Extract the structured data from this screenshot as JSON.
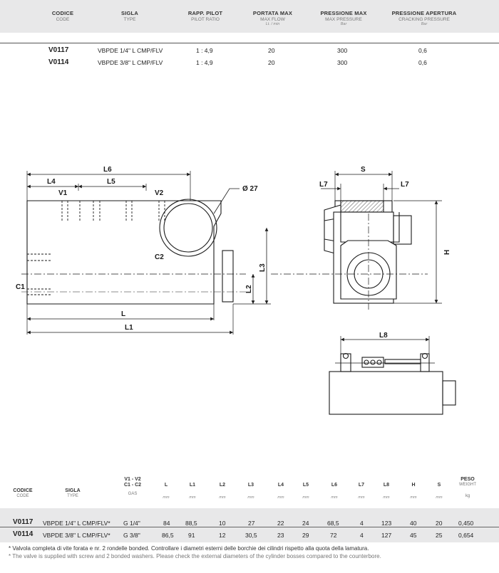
{
  "top_table": {
    "headers": [
      {
        "it": "CODICE",
        "en": "CODE",
        "unit": ""
      },
      {
        "it": "SIGLA",
        "en": "TYPE",
        "unit": ""
      },
      {
        "it": "RAPP. PILOT",
        "en": "PILOT RATIO",
        "unit": ""
      },
      {
        "it": "PORTATA MAX",
        "en": "MAX FLOW",
        "unit": "Lt. / min"
      },
      {
        "it": "PRESSIONE MAX",
        "en": "MAX PRESSURE",
        "unit": "Bar"
      },
      {
        "it": "PRESSIONE APERTURA",
        "en": "CRACKING PRESSURE",
        "unit": "Bar"
      }
    ],
    "rows": [
      {
        "code": "V0117",
        "type": "VBPDE 1/4\" L  CMP/FLV",
        "ratio": "1 : 4,9",
        "flow": "20",
        "pressure": "300",
        "cracking": "0,6"
      },
      {
        "code": "V0114",
        "type": "VBPDE 3/8\" L  CMP/FLV",
        "ratio": "1 : 4,9",
        "flow": "20",
        "pressure": "300",
        "cracking": "0,6"
      }
    ]
  },
  "drawing": {
    "labels": {
      "L6": "L6",
      "L4": "L4",
      "L5": "L5",
      "V1": "V1",
      "V2": "V2",
      "D27": "Ø 27",
      "C2": "C2",
      "C1": "C1",
      "L3": "L3",
      "L2": "L2",
      "L": "L",
      "L1": "L1",
      "S": "S",
      "L7a": "L7",
      "L7b": "L7",
      "H": "H",
      "L8": "L8"
    }
  },
  "bottom_table": {
    "headers": [
      {
        "it": "CODICE",
        "en": "CODE",
        "unit": ""
      },
      {
        "it": "SIGLA",
        "en": "TYPE",
        "unit": ""
      },
      {
        "it": "V1 - V2",
        "en": "C1 - C2",
        "unit": "GAS"
      },
      {
        "it": "L",
        "en": "",
        "unit": "mm"
      },
      {
        "it": "L1",
        "en": "",
        "unit": "mm"
      },
      {
        "it": "L2",
        "en": "",
        "unit": "mm"
      },
      {
        "it": "L3",
        "en": "",
        "unit": "mm"
      },
      {
        "it": "L4",
        "en": "",
        "unit": "mm"
      },
      {
        "it": "L5",
        "en": "",
        "unit": "mm"
      },
      {
        "it": "L6",
        "en": "",
        "unit": "mm"
      },
      {
        "it": "L7",
        "en": "",
        "unit": "mm"
      },
      {
        "it": "L8",
        "en": "",
        "unit": "mm"
      },
      {
        "it": "H",
        "en": "",
        "unit": "mm"
      },
      {
        "it": "S",
        "en": "",
        "unit": "mm"
      },
      {
        "it": "PESO",
        "en": "WEIGHT",
        "unit": "kg"
      }
    ],
    "rows": [
      {
        "code": "V0117",
        "type": "VBPDE 1/4\" L  CMP/FLV*",
        "gas": "G 1/4\"",
        "L": "84",
        "L1": "88,5",
        "L2": "10",
        "L3": "27",
        "L4": "22",
        "L5": "24",
        "L6": "68,5",
        "L7": "4",
        "L8": "123",
        "H": "40",
        "S": "20",
        "weight": "0,450"
      },
      {
        "code": "V0114",
        "type": "VBPDE 3/8\" L  CMP/FLV*",
        "gas": "G 3/8\"",
        "L": "86,5",
        "L1": "91",
        "L2": "12",
        "L3": "30,5",
        "L4": "23",
        "L5": "29",
        "L6": "72",
        "L7": "4",
        "L8": "127",
        "H": "45",
        "S": "25",
        "weight": "0,654"
      }
    ]
  },
  "notes": {
    "it": "* Valvola completa di vite forata e nr. 2 rondelle bonded. Controllare i diametri esterni delle borchie dei cilindri rispetto alla quota della lamatura.",
    "en": "* The valve is supplied with screw and 2 bonded washers. Please check the external diameters of the cylinder bosses compared to the counterbore."
  }
}
